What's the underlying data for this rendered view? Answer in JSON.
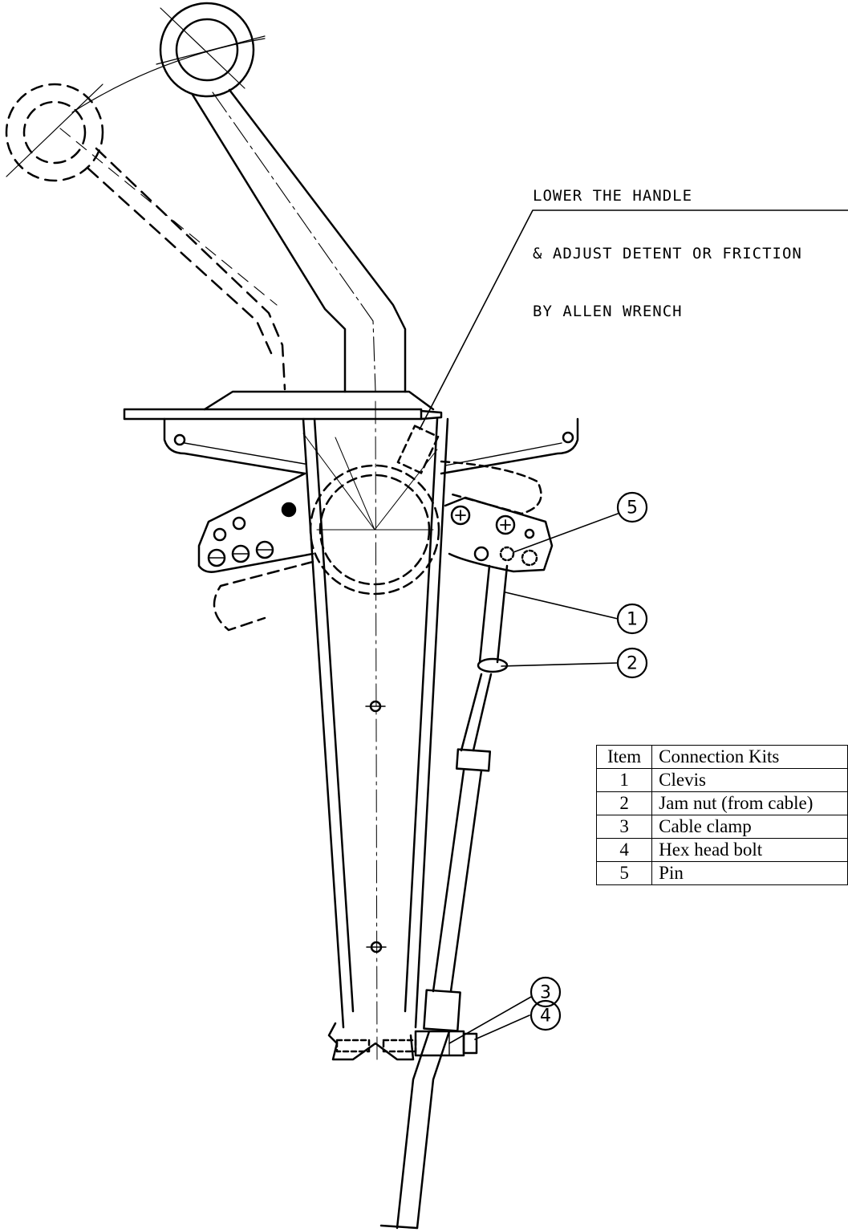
{
  "note": {
    "line1": "LOWER THE HANDLE",
    "line2": "& ADJUST DETENT OR FRICTION",
    "line3": "BY ALLEN WRENCH"
  },
  "callouts": [
    "5",
    "1",
    "2",
    "3",
    "4"
  ],
  "table": {
    "headers": [
      "Item",
      "Connection Kits"
    ],
    "rows": [
      {
        "item": "1",
        "desc": "Clevis"
      },
      {
        "item": "2",
        "desc": "Jam nut (from cable)"
      },
      {
        "item": "3",
        "desc": "Cable clamp"
      },
      {
        "item": "4",
        "desc": "Hex head bolt"
      },
      {
        "item": "5",
        "desc": "Pin"
      }
    ]
  }
}
